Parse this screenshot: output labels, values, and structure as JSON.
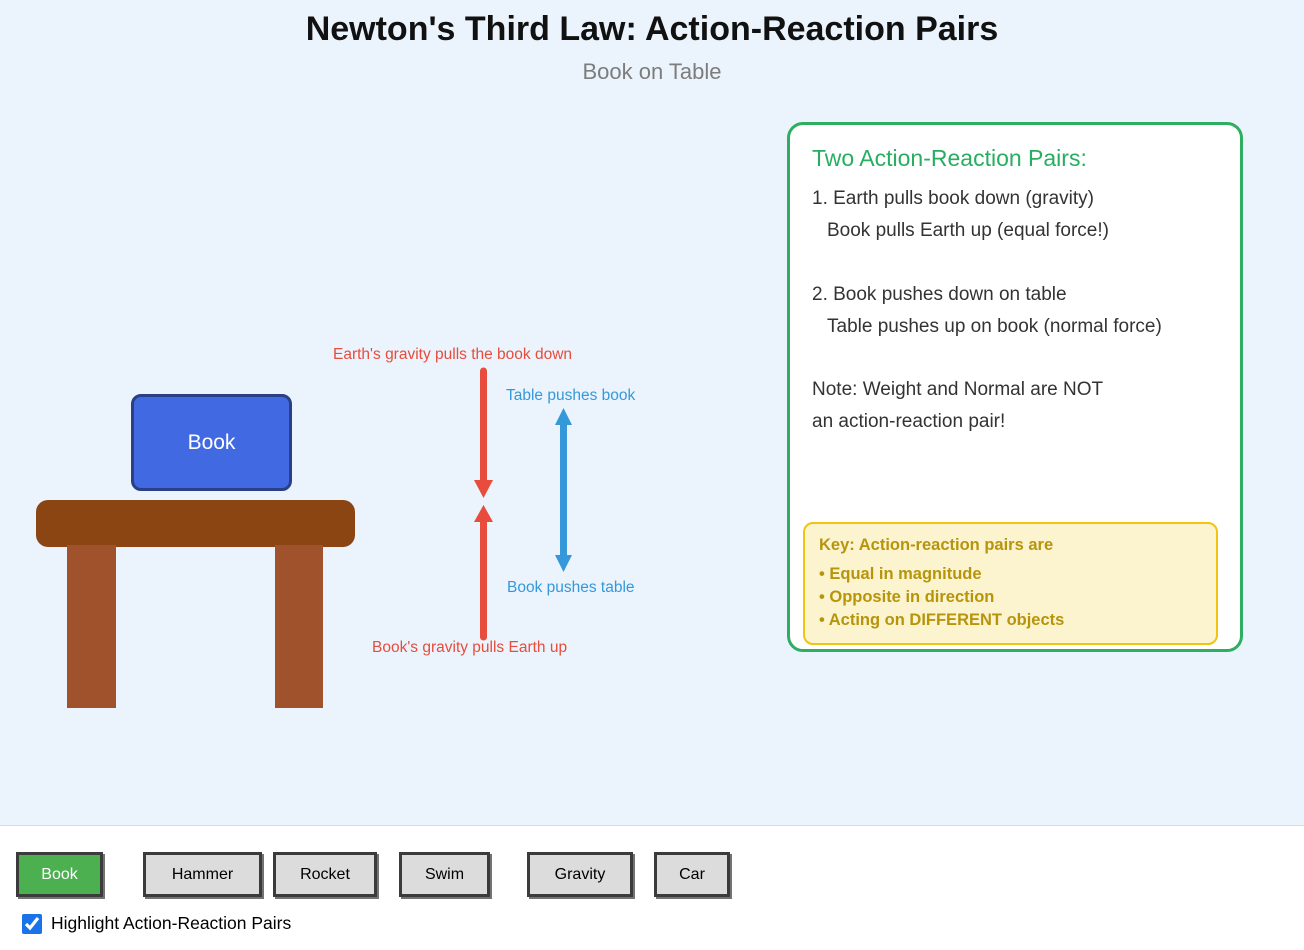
{
  "header": {
    "title": "Newton's Third Law: Action-Reaction Pairs",
    "subtitle": "Book on Table"
  },
  "diagram": {
    "book_label": "Book",
    "force_labels": {
      "gravity_down": "Earth's gravity pulls the book down",
      "reaction_up": "Book's gravity pulls Earth up",
      "normal_up": "Table pushes book",
      "normal_down": "Book pushes table"
    }
  },
  "info_panel": {
    "heading": "Two Action-Reaction Pairs:",
    "pair1_line1": "1. Earth pulls book down (gravity)",
    "pair1_line2": "Book pulls Earth up (equal force!)",
    "pair2_line1": "2. Book pushes down on table",
    "pair2_line2": "Table pushes up on book (normal force)",
    "note_line1": "Note: Weight and Normal are NOT",
    "note_line2": "an action-reaction pair!",
    "key_box": {
      "line1": "Key: Action-reaction pairs are",
      "line2": "• Equal in magnitude",
      "line3": "• Opposite in direction",
      "line4": "• Acting on DIFFERENT objects"
    }
  },
  "scenario_buttons": [
    {
      "label": "Book",
      "active": true
    },
    {
      "label": "Hammer",
      "active": false
    },
    {
      "label": "Rocket",
      "active": false
    },
    {
      "label": "Swim",
      "active": false
    },
    {
      "label": "Gravity",
      "active": false
    },
    {
      "label": "Car",
      "active": false
    }
  ],
  "highlight_checkbox": {
    "label": "Highlight Action-Reaction Pairs",
    "checked": true
  },
  "colors": {
    "canvas_background": "#EBF4FC",
    "force_red": "#E74C3C",
    "force_blue": "#3498DB",
    "panel_border_green": "#2EAE60",
    "panel_heading_green": "#27AE60",
    "book_fill": "#4169E1",
    "book_border": "#2B3F87",
    "tabletop_brown": "#8B4513",
    "table_leg_brown": "#A0522D",
    "key_background": "#FCF3CF",
    "key_border": "#F1C40F",
    "key_text": "#B7950B",
    "active_button_green": "#4CAF50"
  }
}
